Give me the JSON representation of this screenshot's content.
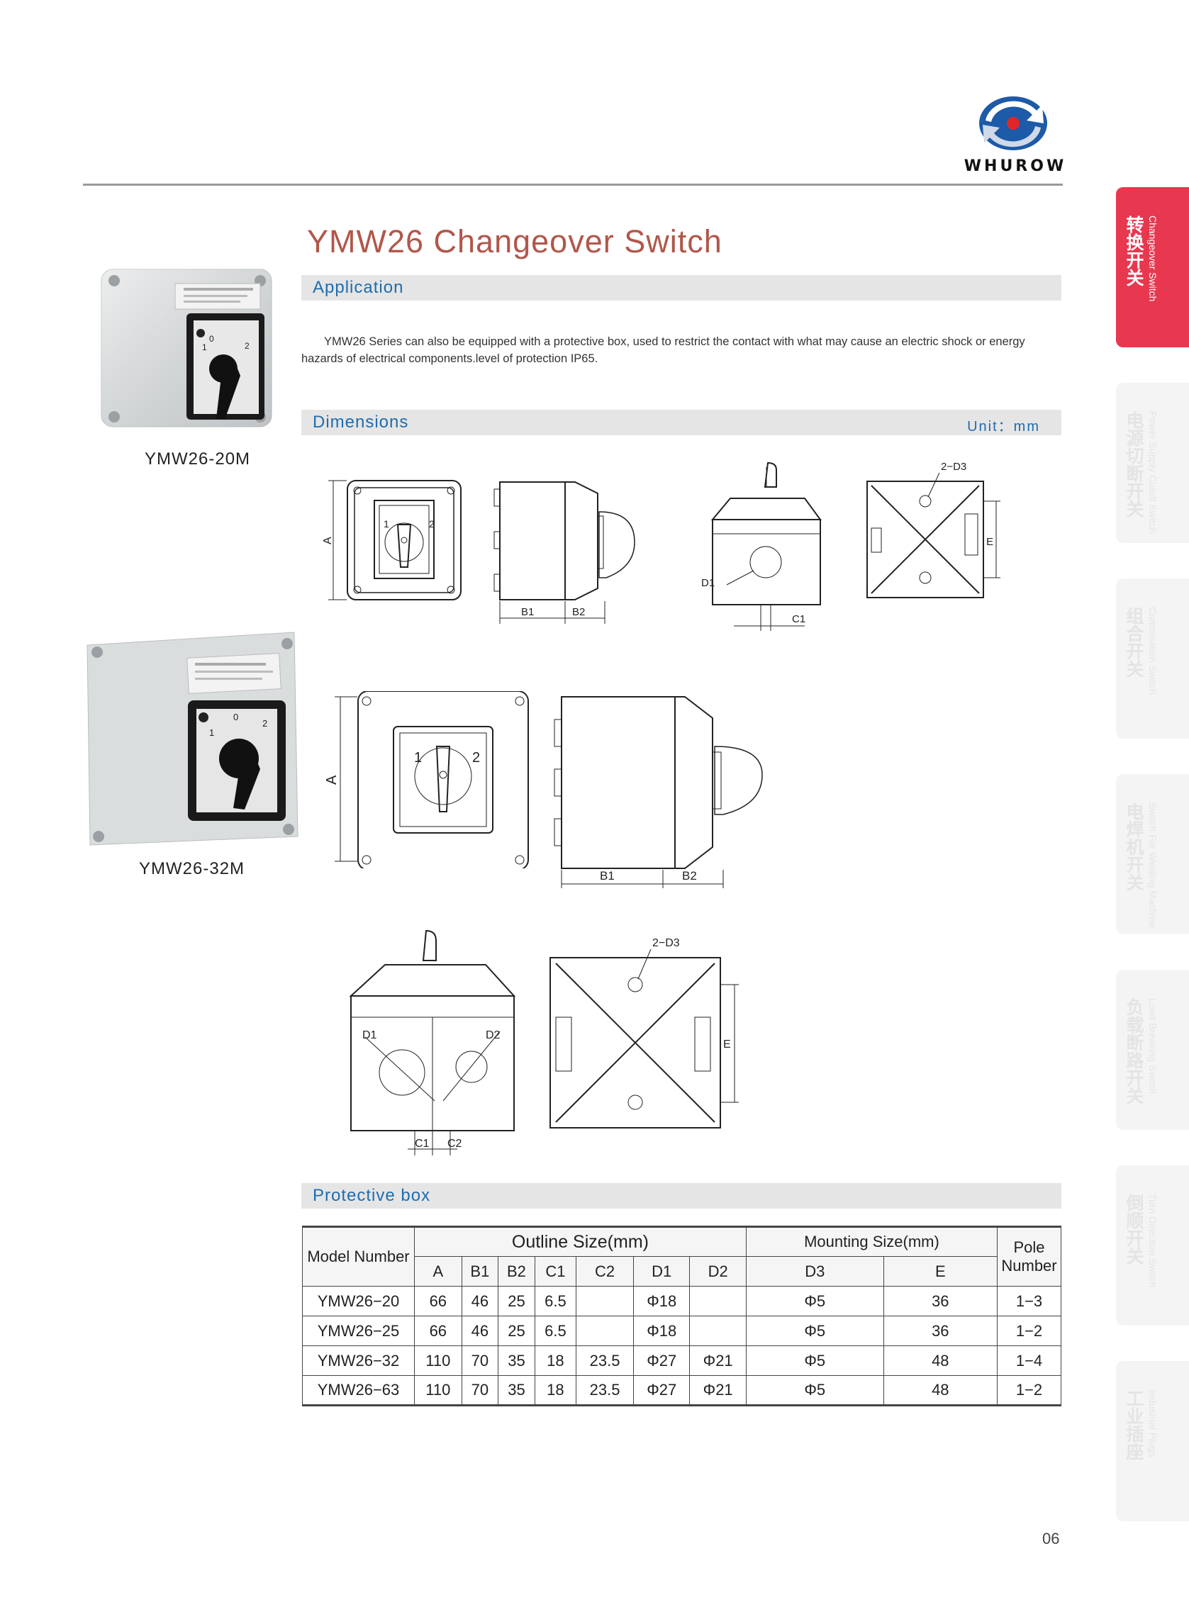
{
  "brand": {
    "name": "WHUROW"
  },
  "sidebar": {
    "items": [
      {
        "cn": "转换开关",
        "en": "Changeover Switch",
        "active": true
      },
      {
        "cn": "电源切断开关",
        "en": "Power Supply Cutoff Switch",
        "active": false
      },
      {
        "cn": "组合开关",
        "en": "Combination Switch",
        "active": false
      },
      {
        "cn": "电焊机开关",
        "en": "Switch For Welding Machine",
        "active": false
      },
      {
        "cn": "负载断路开关",
        "en": "Load Breaking Switch",
        "active": false
      },
      {
        "cn": "倒顺开关",
        "en": "Turn Direction Switch",
        "active": false
      },
      {
        "cn": "工业插座",
        "en": "Industrial Plugs",
        "active": false
      }
    ]
  },
  "page": {
    "title": "YMW26 Changeover Switch",
    "number": "06"
  },
  "application": {
    "heading": "Application",
    "text": "YMW26 Series can also be equipped with a protective box, used to restrict the contact with  what may cause an electric shock or energy hazards of electrical components.level of protection IP65."
  },
  "dimensions": {
    "heading": "Dimensions",
    "unit": "Unit：mm"
  },
  "products": [
    {
      "caption": "YMW26-20M"
    },
    {
      "caption": "YMW26-32M"
    }
  ],
  "drawing_labels": {
    "A": "A",
    "B1": "B1",
    "B2": "B2",
    "C1": "C1",
    "C2": "C2",
    "D1": "D1",
    "D2": "D2",
    "D3": "2−D3",
    "E": "E",
    "pos0": "0",
    "pos1": "1",
    "pos2": "2"
  },
  "protective_box": {
    "heading": "Protective  box",
    "header": {
      "model": "Model Number",
      "outline": "Outline Size(mm)",
      "mounting": "Mounting Size(mm)",
      "pole": "Pole Number",
      "cols": [
        "A",
        "B1",
        "B2",
        "C1",
        "C2",
        "D1",
        "D2",
        "D3",
        "E"
      ]
    },
    "rows": [
      {
        "model": "YMW26−20",
        "A": "66",
        "B1": "46",
        "B2": "25",
        "C1": "6.5",
        "C2": "",
        "D1": "Φ18",
        "D2": "",
        "D3": "Φ5",
        "E": "36",
        "pole": "1−3"
      },
      {
        "model": "YMW26−25",
        "A": "66",
        "B1": "46",
        "B2": "25",
        "C1": "6.5",
        "C2": "",
        "D1": "Φ18",
        "D2": "",
        "D3": "Φ5",
        "E": "36",
        "pole": "1−2"
      },
      {
        "model": "YMW26−32",
        "A": "110",
        "B1": "70",
        "B2": "35",
        "C1": "18",
        "C2": "23.5",
        "D1": "Φ27",
        "D2": "Φ21",
        "D3": "Φ5",
        "E": "48",
        "pole": "1−4"
      },
      {
        "model": "YMW26−63",
        "A": "110",
        "B1": "70",
        "B2": "35",
        "C1": "18",
        "C2": "23.5",
        "D1": "Φ27",
        "D2": "Φ21",
        "D3": "Φ5",
        "E": "48",
        "pole": "1−2"
      }
    ]
  },
  "colors": {
    "accent": "#e8384f",
    "heading": "#1f6cb0",
    "title": "#b0574a"
  }
}
